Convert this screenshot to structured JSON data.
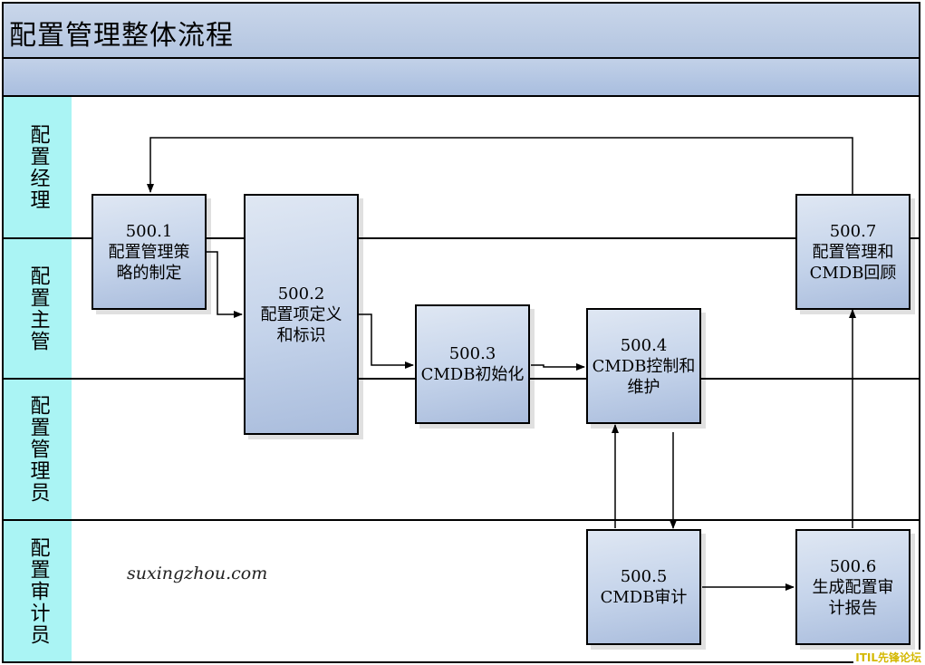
{
  "title": "配置管理整体流程",
  "lanes": [
    {
      "label": "配置经理"
    },
    {
      "label": "配置主管"
    },
    {
      "label": "配置管理员"
    },
    {
      "label": "配置审计员"
    }
  ],
  "steps": [
    {
      "code": "500.1",
      "label": "配置管理策\n略的制定"
    },
    {
      "code": "500.2",
      "label": "配置项定义\n和标识"
    },
    {
      "code": "500.3",
      "label": "CMDB初始化"
    },
    {
      "code": "500.4",
      "label": "CMDB控制和\n维护"
    },
    {
      "code": "500.5",
      "label": "CMDB审计"
    },
    {
      "code": "500.6",
      "label": "生成配置审\n计报告"
    },
    {
      "code": "500.7",
      "label": "配置管理和\nCMDB回顾"
    }
  ],
  "watermark": "suxingzhou.com",
  "site_tag": "ITIL先锋论坛",
  "colors": {
    "header": "#b3c5e0",
    "lane_label": "#aaf4f4",
    "box_fill": "#c4d3ea",
    "site_tag": "#d4b800"
  }
}
